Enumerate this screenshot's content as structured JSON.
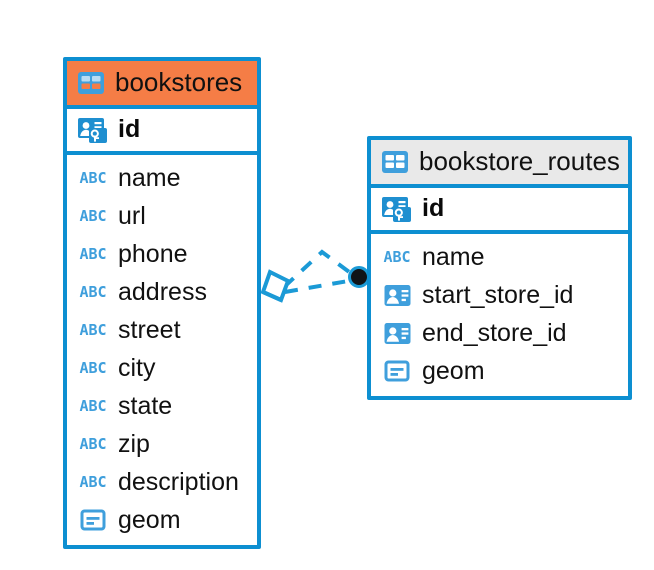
{
  "diagram": {
    "type": "entity-relationship-diagram",
    "background": "#ffffff",
    "colors": {
      "border_blue": "#0d8fd1",
      "header_orange": "#f57d46",
      "header_gray": "#e9e9e9",
      "icon_blue": "#3f9fdc",
      "text": "#111111",
      "connector_blue": "#1b9ad6",
      "endpoint_dark": "#101418"
    },
    "entities": [
      {
        "name": "bookstores",
        "title": "bookstores",
        "header_style": "orange",
        "table_icon": "table-icon",
        "primary_key": {
          "label": "id",
          "icon": "primary-key-icon"
        },
        "fields": [
          {
            "label": "name",
            "icon": "abc-icon",
            "icon_text": "ABC"
          },
          {
            "label": "url",
            "icon": "abc-icon",
            "icon_text": "ABC"
          },
          {
            "label": "phone",
            "icon": "abc-icon",
            "icon_text": "ABC"
          },
          {
            "label": "address",
            "icon": "abc-icon",
            "icon_text": "ABC"
          },
          {
            "label": "street",
            "icon": "abc-icon",
            "icon_text": "ABC"
          },
          {
            "label": "city",
            "icon": "abc-icon",
            "icon_text": "ABC"
          },
          {
            "label": "state",
            "icon": "abc-icon",
            "icon_text": "ABC"
          },
          {
            "label": "zip",
            "icon": "abc-icon",
            "icon_text": "ABC"
          },
          {
            "label": "description",
            "icon": "abc-icon",
            "icon_text": "ABC"
          },
          {
            "label": "geom",
            "icon": "blob-icon",
            "icon_text": ""
          }
        ]
      },
      {
        "name": "bookstore_routes",
        "title": "bookstore_routes",
        "header_style": "gray",
        "table_icon": "table-icon",
        "primary_key": {
          "label": "id",
          "icon": "primary-key-icon"
        },
        "fields": [
          {
            "label": "name",
            "icon": "abc-icon",
            "icon_text": "ABC"
          },
          {
            "label": "start_store_id",
            "icon": "foreign-key-icon",
            "icon_text": ""
          },
          {
            "label": "end_store_id",
            "icon": "foreign-key-icon",
            "icon_text": ""
          },
          {
            "label": "geom",
            "icon": "blob-icon",
            "icon_text": ""
          }
        ]
      }
    ],
    "relationship": {
      "from_entity": "bookstores",
      "to_entity": "bookstore_routes",
      "line_style": "dashed",
      "source_marker": "diamond-marker",
      "target_marker": "filled-circle-marker",
      "cardinality_branches": 2
    }
  }
}
